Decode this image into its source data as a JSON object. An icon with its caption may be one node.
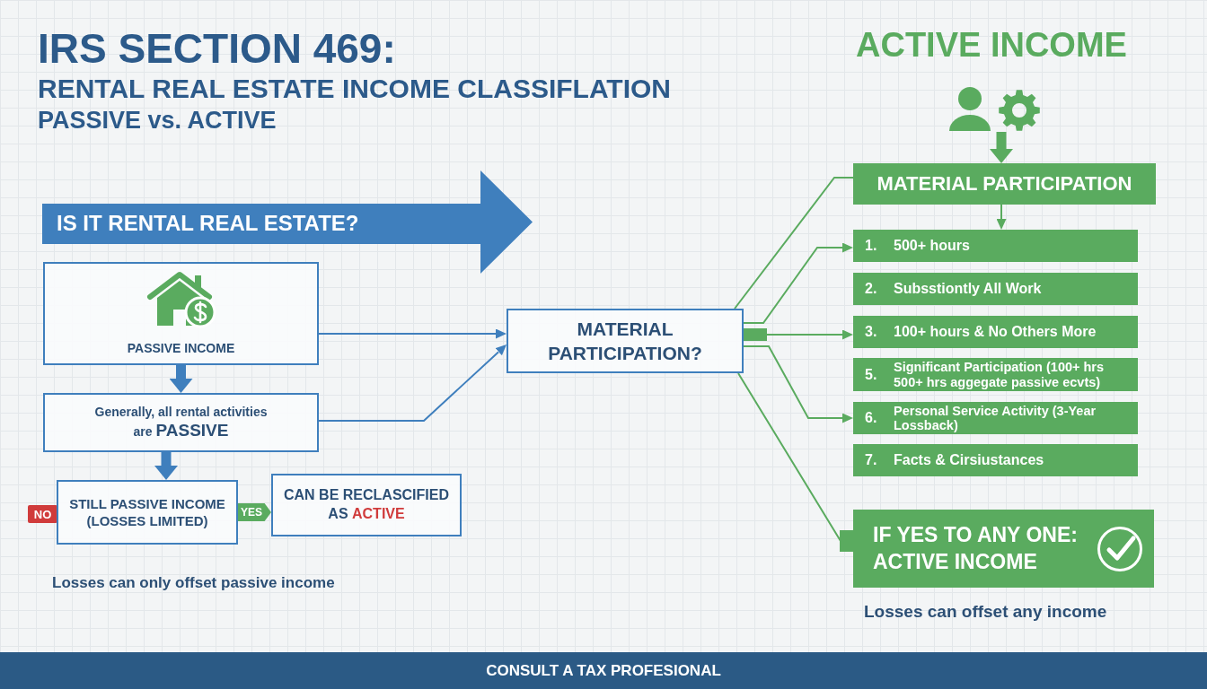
{
  "diagram": {
    "title": "IRS SECTION 469:",
    "nodes": [
      {
        "text": [
          "IS IT RENTAL REAL ESTATE?"
        ]
      },
      {
        "text": [
          "PASSIVE INCOME"
        ]
      },
      {
        "text": [
          "Generally, all rental activities are **PASSIVE**"
        ]
      },
      {
        "text": [
          "NO"
        ]
      },
      {
        "text": [
          "STILL PASSIVE INCOME (LOSSES LIMITED)"
        ]
      },
      {
        "text": [
          "YES"
        ]
      },
      {
        "text": [
          "CAN BE RECLASCIFIED AS **ACTIVE**"
        ]
      },
      {
        "text": [
          "MATERIAL PARTICIPATION?"
        ]
      },
      {
        "text": [],
        "shape": "picture"
      },
      {
        "text": [
          "MATERIAL PARTICIPATION"
        ]
      },
      {
        "text": [
          "1.",
          "500+ hours"
        ]
      },
      {
        "text": [
          "2.",
          "Subsstiontly All Work"
        ]
      },
      {
        "text": [
          "3.",
          "100+ hours & No Others More"
        ]
      },
      {
        "text": [
          "5.",
          "Significant Participation (100+ hrs 500+ hrs aggegate passive ecvts)"
        ]
      },
      {
        "text": [
          "6.",
          "Personal Service Activity (3-Year Lossback)"
        ]
      },
      {
        "text": [
          "7.",
          "Facts & Cirsiustances"
        ]
      },
      {
        "text": [
          "IF YES TO ANY ONE: ACTIVE INCOME"
        ]
      },
      {
        "text": [
          "CONSULT A TAX PROFESIONAL"
        ]
      }
    ],
    "edges": [
      {
        "from": 1,
        "to": 2,
        "arrow": "to",
        "style": "thick",
        "color": "#3f7fbd"
      },
      {
        "from": 2,
        "to": 4,
        "arrow": "to",
        "style": "thick",
        "color": "#3f7fbd"
      },
      {
        "from": 1,
        "to": 7,
        "arrow": "to",
        "color": "#3f7fbd"
      },
      {
        "from": 2,
        "to": 7,
        "arrow": "to",
        "color": "#3f7fbd"
      },
      {
        "from": 7,
        "to": 9,
        "arrow": "none"
      },
      {
        "from": 7,
        "to": 10,
        "arrow": "to"
      },
      {
        "from": 7,
        "to": 12,
        "arrow": "to"
      },
      {
        "from": 7,
        "to": 14,
        "arrow": "to"
      },
      {
        "from": 7,
        "to": 16,
        "arrow": "other"
      },
      {
        "from": 8,
        "to": 9,
        "arrow": "to",
        "style": "thick"
      },
      {
        "from": 9,
        "to": 10,
        "arrow": "to"
      }
    ],
    "labels": [
      "RENTAL REAL ESTATE INCOME CLASSIFLATION",
      "PASSIVE vs. ACTIVE",
      "ACTIVE INCOME",
      "Losses can only offset passive income",
      "Losses can offset any income"
    ]
  }
}
